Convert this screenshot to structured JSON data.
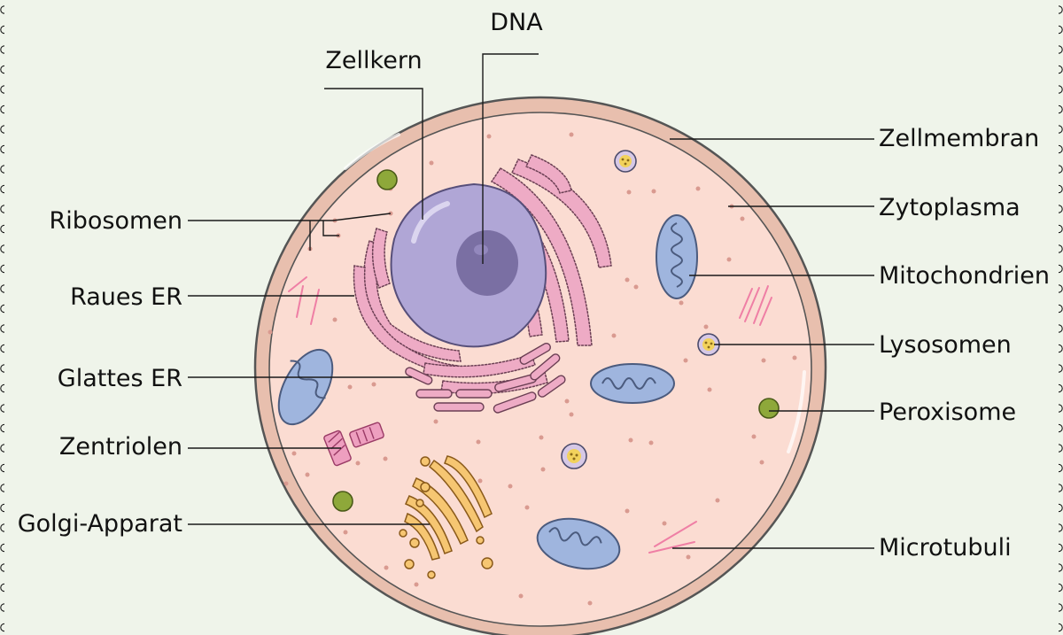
{
  "labels": {
    "dna": "DNA",
    "nucleus": "Zellkern",
    "ribosomes": "Ribosomen",
    "rough_er": "Raues ER",
    "smooth_er": "Glattes ER",
    "centrioles": "Zentriolen",
    "golgi": "Golgi-Apparat",
    "cell_membrane": "Zellmembran",
    "cytoplasm": "Zytoplasma",
    "mitochondria": "Mitochondrien",
    "lysosomes": "Lysosomen",
    "peroxisome": "Peroxisome",
    "microtubules": "Microtubuli"
  },
  "colors": {
    "background": "#eff4ea",
    "membrane": "#e8bfae",
    "cytoplasm": "#fbdcd2",
    "nucleus": "#b0a6d6",
    "nucleolus": "#7a6fa3",
    "er": "#eeabc5",
    "mitochondria": "#9fb5de",
    "golgi": "#f6c672",
    "peroxisome": "#8ea83a",
    "lysosome": "#f2d25c"
  }
}
